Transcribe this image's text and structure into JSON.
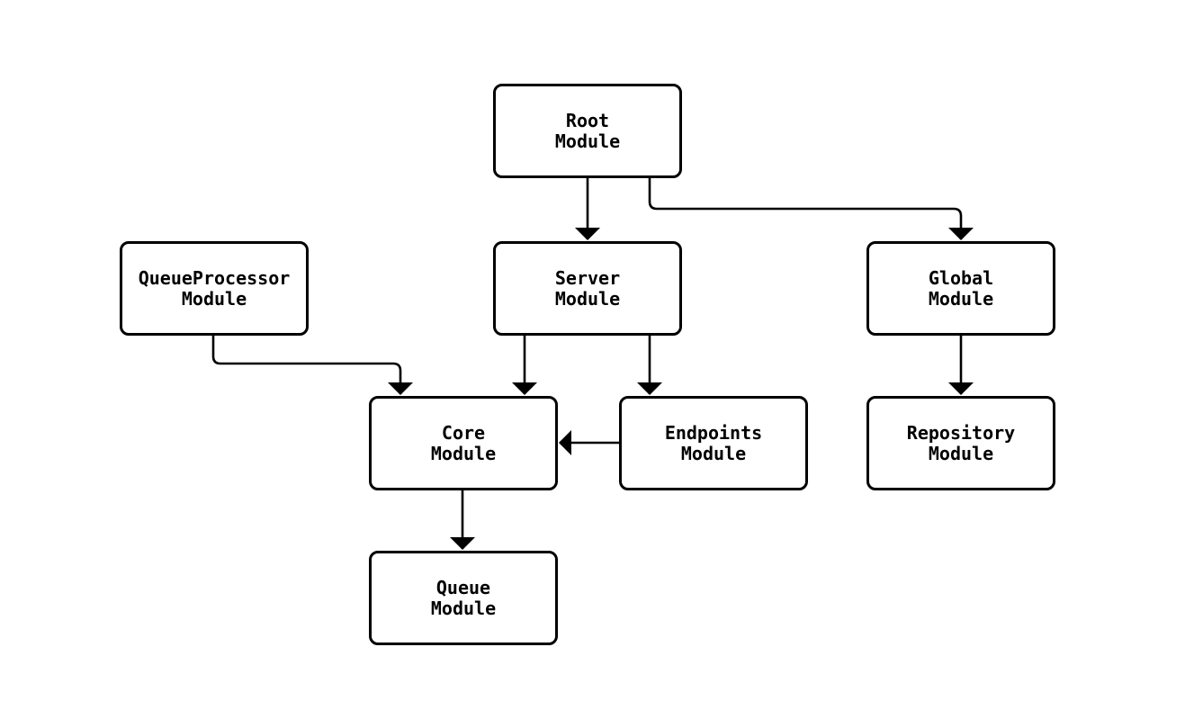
{
  "diagram": {
    "type": "flowchart-module-dependency",
    "colors": {
      "stroke": "#000000",
      "node_fill": "#ffffff",
      "background": "#ffffff",
      "text": "#000000"
    },
    "nodes": {
      "root": {
        "label": "Root\nModule"
      },
      "queueprocessor": {
        "label": "QueueProcessor\nModule"
      },
      "server": {
        "label": "Server\nModule"
      },
      "global": {
        "label": "Global\nModule"
      },
      "core": {
        "label": "Core\nModule"
      },
      "endpoints": {
        "label": "Endpoints\nModule"
      },
      "repository": {
        "label": "Repository\nModule"
      },
      "queue": {
        "label": "Queue\nModule"
      }
    },
    "edges": [
      {
        "from": "Root Module",
        "to": "Server Module"
      },
      {
        "from": "Root Module",
        "to": "Global Module"
      },
      {
        "from": "QueueProcessor Module",
        "to": "Core Module"
      },
      {
        "from": "Server Module",
        "to": "Core Module"
      },
      {
        "from": "Server Module",
        "to": "Endpoints Module"
      },
      {
        "from": "Endpoints Module",
        "to": "Core Module"
      },
      {
        "from": "Global Module",
        "to": "Repository Module"
      },
      {
        "from": "Core Module",
        "to": "Queue Module"
      }
    ]
  }
}
